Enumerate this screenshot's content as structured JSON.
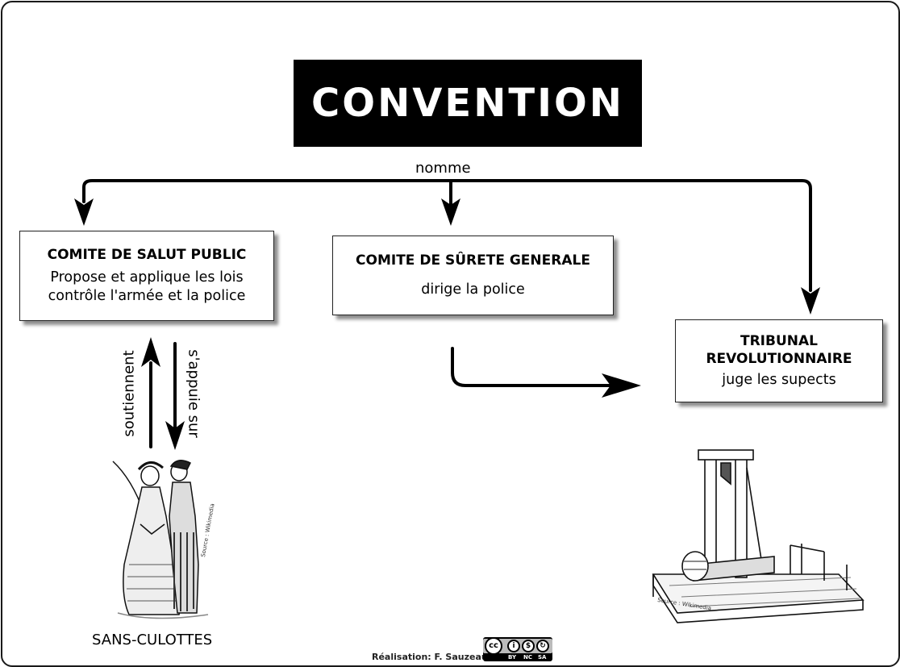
{
  "header": {
    "title": "CONVENTION",
    "link_label": "nomme"
  },
  "boxes": {
    "csp": {
      "title": "COMITE DE SALUT PUBLIC",
      "line1": "Propose et applique les lois",
      "line2": "contrôle l'armée et la police"
    },
    "csg": {
      "title": "COMITE DE SÛRETE GENERALE",
      "desc": "dirige la police"
    },
    "tribunal": {
      "title_line1": "TRIBUNAL",
      "title_line2": "REVOLUTIONNAIRE",
      "desc": "juge les supects"
    }
  },
  "relations": {
    "soutiennent": "soutiennent",
    "appuie": "s'appuie sur"
  },
  "images": {
    "sans_culottes": {
      "label": "SANS-CULOTTES",
      "source": "Source : Wikimedia"
    },
    "guillotine": {
      "source": "Source : Wikimedia"
    }
  },
  "footer": {
    "credit": "Réalisation: F. Sauzeau",
    "license": [
      "BY",
      "NC",
      "SA"
    ]
  },
  "colors": {
    "title_bg": "#000000",
    "title_text": "#ffffff",
    "lines": "#000000"
  }
}
